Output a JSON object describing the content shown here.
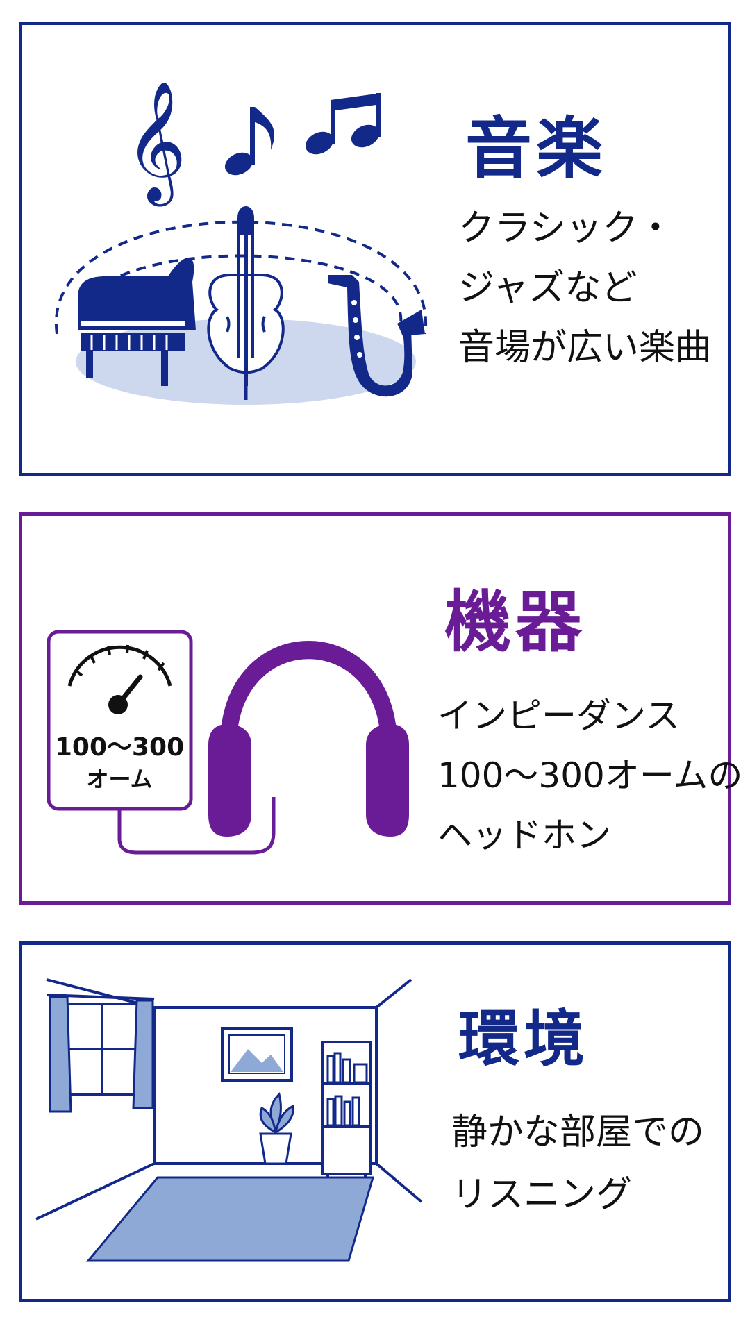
{
  "music": {
    "title": "音楽",
    "lines": [
      "クラシック・",
      "ジャズなど",
      "音場が広い楽曲"
    ],
    "color": "#13298a",
    "icons": [
      "treble-clef-icon",
      "eighth-note-icon",
      "beamed-notes-icon",
      "grand-piano-icon",
      "cello-icon",
      "saxophone-icon"
    ]
  },
  "device": {
    "title": "機器",
    "lines": [
      "インピーダンス",
      "100～300オームの",
      "ヘッドホン"
    ],
    "meter_value": "100～300",
    "meter_unit": "オーム",
    "color": "#6a1c97",
    "icons": [
      "impedance-meter-icon",
      "headphones-icon"
    ]
  },
  "environment": {
    "title": "環境",
    "lines": [
      "静かな部屋での",
      "リスニング"
    ],
    "color": "#13298a",
    "icons": [
      "room-icon",
      "window-icon",
      "picture-frame-icon",
      "bookshelf-icon",
      "plant-icon",
      "rug-icon"
    ]
  }
}
